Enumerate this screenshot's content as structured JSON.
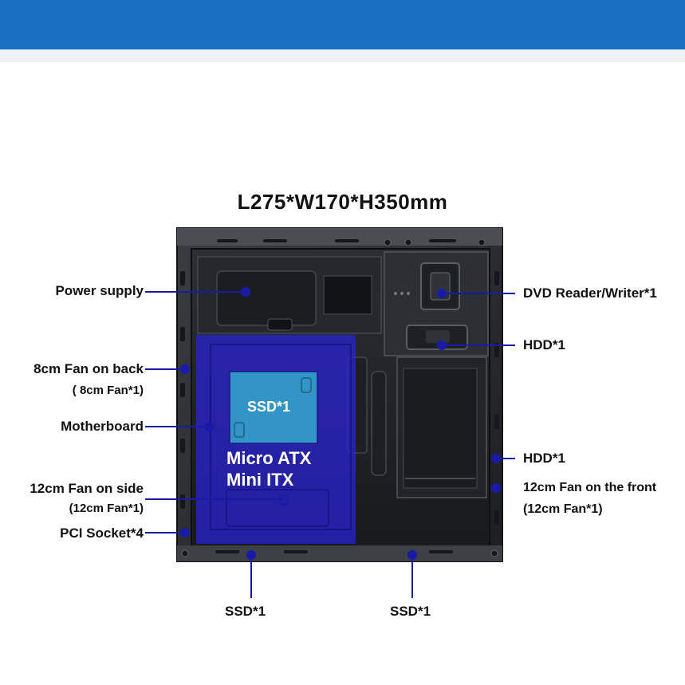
{
  "title": "L275*W170*H350mm",
  "colors": {
    "header_bar": "#1a6fc2",
    "mb_overlay": "#2a22d8",
    "ssd_panel": "#35a8cc",
    "pointer": "#1a1aa8"
  },
  "labels": {
    "power_supply": "Power supply",
    "fan_back": "8cm Fan on back",
    "fan_back_sub": "( 8cm Fan*1)",
    "motherboard": "Motherboard",
    "fan_side": "12cm Fan on side",
    "fan_side_sub": "(12cm Fan*1)",
    "pci": "PCI Socket*4",
    "dvd": "DVD Reader/Writer*1",
    "hdd_top": "HDD*1",
    "hdd_mid": "HDD*1",
    "fan_front": "12cm Fan on the front",
    "fan_front_sub": "(12cm Fan*1)",
    "ssd_bottom_left": "SSD*1",
    "ssd_bottom_right": "SSD*1"
  },
  "inside": {
    "ssd_panel": "SSD*1",
    "form_factor_1": "Micro ATX",
    "form_factor_2": "Mini ITX"
  }
}
